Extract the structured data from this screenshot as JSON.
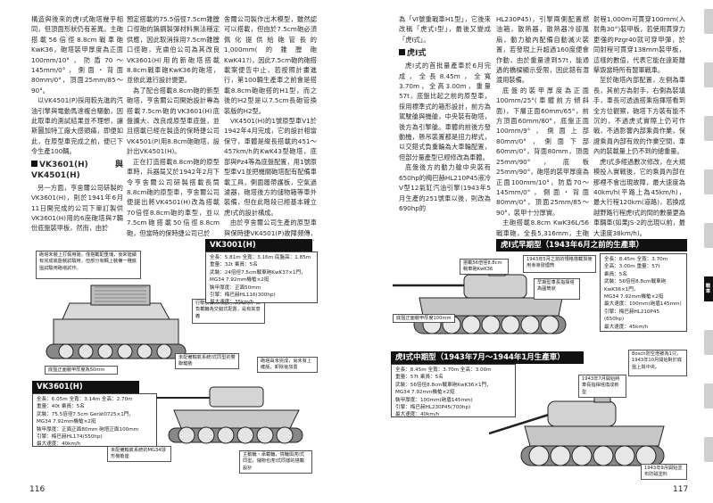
{
  "page_numbers": {
    "left": "116",
    "right": "117"
  },
  "left_page": {
    "col1_para1": "構造與後來的虎Ⅰ式砲塔幾乎相同，但頂面形狀仍有差異。主砲搭載56倍徑8.8cm戰車砲KwK36，砲塔裝甲厚度為正面100mm/10°，防盾70～145mm/0°，側面・背面80mm/0°，頂面25mm/85～90°。",
    "col1_para2": "以VK4501(P)採用較先進的汽油引擎與電動馬達複合驅動，因此取車的測試結果並不理想，讓斯圖加特工廠大感頭痛，即便如此，在原型車完成之前，便已下令生產100輛。",
    "col1_heading": "VK3601(H)與VK4501(H)",
    "col1_para3": "另一方面，亨舍爾公司研製的VK3601(H)，則於1941年6月11日開完成的公司下單訂製供VK3601(H)用的6座砲塔與7輛份底盤裝甲板，然而，由於",
    "col2_para1": "預定搭載的75.5倍徑7.5cm錐膛口徑砲的鎢鋼製彈材料無法穩定供應，因此取消採用7.5cm錐膛口徑砲，克虜伯公司為其改良VK3601(H)用的新砲塔搭載8.8cm戰車砲KwK36的砲塔，並依此進行設計變更。",
    "col2_para2": "為了配合搭載8.8cm砲的新型砲塔，亨舍爾公司開始設計專為搭載7.5cm砲的VK3601(H)底盤擴大、改良成原型車底盤，並且搭載已經在製造的保時捷公司VK4501(P)用8.8cm砲砲塔，設計出VK4501(H)。",
    "col2_para3": "正在打造搭載8.8cm砲的原型車時，兵器局又於1942年2月下令亨舍爾公司研製搭載長筒8.8cm砲的原型車，亨舍爾公司便提出將VK4501(H)改為搭載70倍徑8.8cm砲的車型，並以7.5cm砲搭載50倍徑8.8cm砲，但當時的保時捷公司已於",
    "col3_para1": "舍爾公司製作出木模型，雖然認可以搭載，但由於7.5cm砲必須佩化提供給砲管長的1,000mm(的錐膛砲KwK41?)，因此7.5cm砲的砲搭載案便告中止，若按照計畫進行，第100輛生產車之前會是搭載8.8cm砲砲搭的H1型，而之後的H2型是以7.5cm長砲管換裝版的H2型。",
    "col3_para2": "VK4501(H)的1號原型車V1於1942年4月完成，它的設計相當保守，車體是縱長搭載的451～457km/h的KwK43型砲塔，底部與Pz4等為底盤配置，用1號原型車V1並把機關砲塔配有配備車載工具，側面履帶護板，空氣過濾器，砲塔後方的儲物箱等車外裝備，但在此階段已經基本確立虎Ⅰ式的設計構成。",
    "col3_para3": "由於亨舍爾公司生產的原型車與保時捷VK4501(P)故障頻傳，因此就放棄了VK4501(P)，改為採用亨舍爾公司的VK4501(H)"
  },
  "right_page": {
    "col4_para1": "為「VI號重戰車H1型」，它後來改稱「虎式Ⅰ型」，最後又變成「虎Ⅰ式」。",
    "col4_heading": "虎Ⅰ式",
    "col4_para2": "虎Ⅰ式的首批量產車於6月完成，全長8.45m，全寬3.70m，全高3.00m，重量57t，底盤比起之前的原型車，採用標準式的箱形設計，前方為駕駛艙與機艙，中央裝有砲塔，後方為引擎艙。車體的前後方發動機，懸吊裝置都是扭力桿式，以交錯式負重輪為大車輪配置，但部分量產型已經修改為車體。",
    "col4_para3": "底盤後方的動力艙中央裝有650hp的梅巴赫HL210P45液冷V型12氣缸汽油引擎(1943年5月生產的251號車以後，則改為690hp的",
    "col5_para1": "HL230P45)，引擎兩側配置燃油箱，散熱器，散熱器冷卻風扇，動力艙內配備自動滅火裝置，若發現上升超過160度便會作動，由於重量達到57t，能通過的橋樑顯示受限，因此錯有潛渡用裝備。",
    "col5_para2": "底盤的裝甲厚度為正面100mm/25°(車體前方傾斜面)，下層正面60mm/65°，前方頂面60mm/80°，底盤正面100mm/9°，側面上部80mm/0°，側面下部60mm/0°，背面80mm，頂面25mm/90°，底板25mm/90°，砲塔的裝甲厚度為正面100mm/10°，防盾70～145mm/0°，側面・背面80mm/0°，頂面25mm/85～90°，裝甲十分厚實。",
    "col5_para3": "主砲搭載8.8cm KwK36L/56戰車砲，全長5,316mm，主砲是當時威力最強大的戰車砲，若使用Pzgr39穿甲彈可在距離",
    "col6_para1": "射程1,000m可貫穿100mm(入射角30°)裝甲板，若使用貫穿力更強的Pzgr40就可穿甲彈，於同射程可貫穿138mm裝甲板，這樣的數值，代表它能在遠距離擊毀當時所有盟軍戰車。",
    "col6_para2": "至於砲塔內部配置，左側為車長，其前方為射手，右側為裝填手，車長可透過搭乘指揮塔看到全方位觀察，砲塔下方裝有能不沉的，不過虎式實際上仍可作戰，不過影響內部乘員作業，保證乘員內部有效的作業空間，車內的裝載量上仍不到的總重量。",
    "col6_para3": "虎Ⅰ式多經過數次修改，在大規模投入實戰後，它的乘員內部在那裡不會出現故障，最大速度為40km/h(平路上為45km/h)，最大行程120km(道路)，若換成越野路行程虎Ⅰ式的間的數量更為車輛車(如果JS-2的出現以前，最大速度38km/h)。"
  },
  "figures": {
    "vk3601_bar": "VK3001(H)",
    "vk3601_specs": [
      "全長：5.81m 全寬：3.16m 底盤高：1.85m",
      "重量：32t 乘員：5名",
      "武裝：24倍徑7.5cm戰車砲KwK37×1門，",
      "MG34 7.92mm機槍×2挺",
      "裝甲厚度：正面50mm",
      "引擎：梅巴赫HL116(300hp)",
      "最大速度：35km/h"
    ],
    "vk3601_note_top": "砲塔未裝上打假用砲，僅搭載配重塊，後來陸續有完成底盤裝試驗用，但部分有輛上裝備一種底盤試驗用砲塔試作。",
    "vk3601_note_mid": "行駛裝置採用扭力桿承載系，與負載輪為交錯式配置，是有其意義",
    "vk3601_note_bottom": "底盤正面裝甲厚度為50mm",
    "vk3601h_bar": "VK3601(H)",
    "vk3601h_specs": [
      "全長：6.05m 全寬：3.14m 全高：2.70m",
      "重量：40t 乘員：5名",
      "武裝：75.5倍徑7.5cm Gerät0725×1門，",
      "MG34 7.92mm機槍×2挺",
      "裝甲厚度：正面正面80mm 砲塔正面100mm",
      "引擎：梅巴赫HL174(550hp)",
      "最大速度：40km/h"
    ],
    "vk3601h_note1": "未配備輸氣系統Ⅰ式同型的雙聯鍵裝",
    "vk3601h_note2": "砲塔由未完成，尚未有上確版，卸除後加置",
    "vk3601h_note3": "未配備輸氣系統的MG34球形機槍座",
    "vk3601h_note4": "主動輪・承載輪，惰輪與虎Ⅰ式同型，儲物也虎Ⅰ式同樣的搭載設計",
    "tiger_early_bar": "虎Ⅰ式早期型（1943年6月之前的生產車）",
    "tiger_early_specs": [
      "全長：8.45m 全寬：3.70m",
      "全高：3.00m 重量：57t",
      "乘員：5名",
      "武裝：56倍徑8.8cm戰車砲",
      "KwK36×1門，",
      "MG34 7.92mm機槍×2挺",
      "最大速度：100mm(砲盾145mm)",
      "引擎：梅巴赫HL210P45",
      "(650hp)",
      "最大速度：45km/h"
    ],
    "tiger_early_note1": "搭載56倍徑8.8cm戰車砲KwK36",
    "tiger_early_note2": "1943年5月之前的規格搭載與使用漸導發煙筒",
    "tiger_early_note3": "早期型車長指揮塔為圓筒狀",
    "tiger_early_note4": "底盤正面裝甲厚度100mm",
    "tiger_mid_bar": "虎Ⅰ式中期型（1943年7月～1944年1月生產車）",
    "tiger_mid_specs": [
      "全長：8.45m 全寬：3.70m 全高：3.00m",
      "重量：57t 乘員：5名",
      "武裝：56倍徑8.8cm戰車砲KwK36×1門，",
      "MG34 7.92mm機槍×2挺",
      "裝甲厚度：100mm(砲盾145mm)",
      "引擎：梅巴赫HL230P45(700hp)",
      "最大速度：40km/h"
    ],
    "tiger_mid_note1": "Bosch防空燈被為1只，1943年10月開始對於底盤上與中央。",
    "tiger_mid_note2": "1943年7月開始將車長指揮塔換成新型",
    "tiger_mid_note3": "1943年9月開始塗布防磁塗料"
  },
  "side_tab": {
    "label": "戰車"
  }
}
